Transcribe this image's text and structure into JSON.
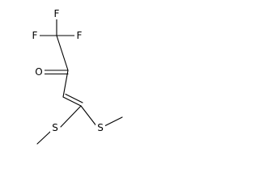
{
  "structure": {
    "atoms": {
      "fluorine_top": "F",
      "fluorine_left": "F",
      "fluorine_right": "F",
      "oxygen": "O",
      "sulfur_left": "S",
      "sulfur_right": "S"
    }
  }
}
